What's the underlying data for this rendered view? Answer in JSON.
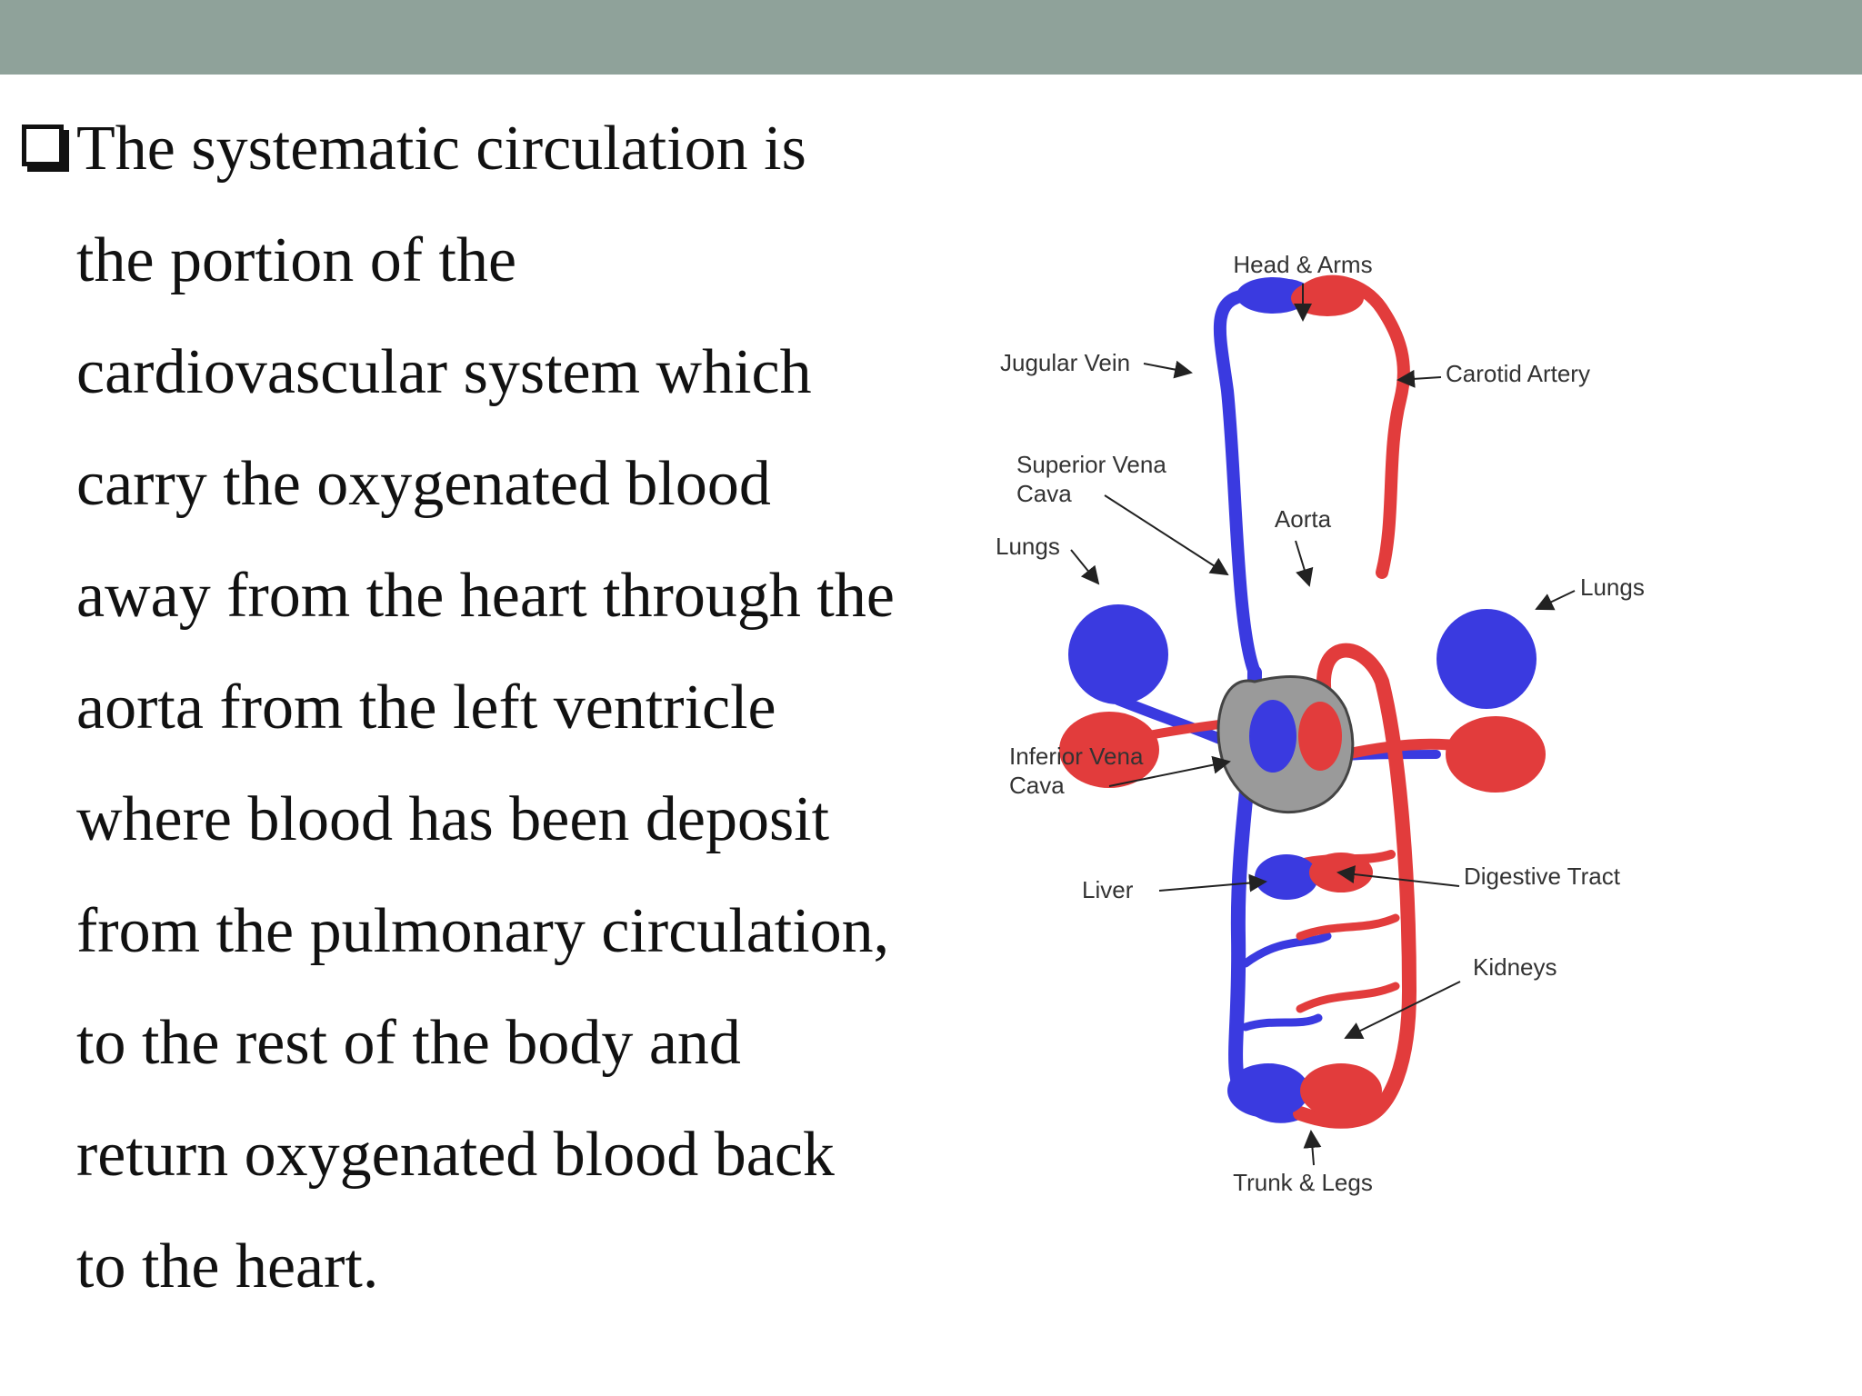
{
  "slide": {
    "lines": [
      "The systematic circulation is",
      "the portion of the",
      "cardiovascular system which",
      "carry the oxygenated blood",
      "away from the heart through the",
      "aorta from the left ventricle",
      "where blood has been deposit",
      "from the pulmonary circulation,",
      "to the rest of the body and",
      "return oxygenated blood back",
      "to the heart."
    ]
  },
  "diagram": {
    "labels": {
      "head_arms": "Head & Arms",
      "jugular_vein": "Jugular Vein",
      "carotid_artery": "Carotid Artery",
      "superior_vena_1": "Superior Vena",
      "superior_vena_2": "Cava",
      "aorta": "Aorta",
      "lungs_left": "Lungs",
      "lungs_right": "Lungs",
      "inferior_vena_1": "Inferior Vena",
      "inferior_vena_2": "Cava",
      "liver": "Liver",
      "digestive_tract": "Digestive Tract",
      "kidneys": "Kidneys",
      "trunk_legs": "Trunk & Legs"
    },
    "colors": {
      "vein": "#3a3ae0",
      "artery": "#e23c3c",
      "heart_shell": "#9a9a9a"
    }
  }
}
